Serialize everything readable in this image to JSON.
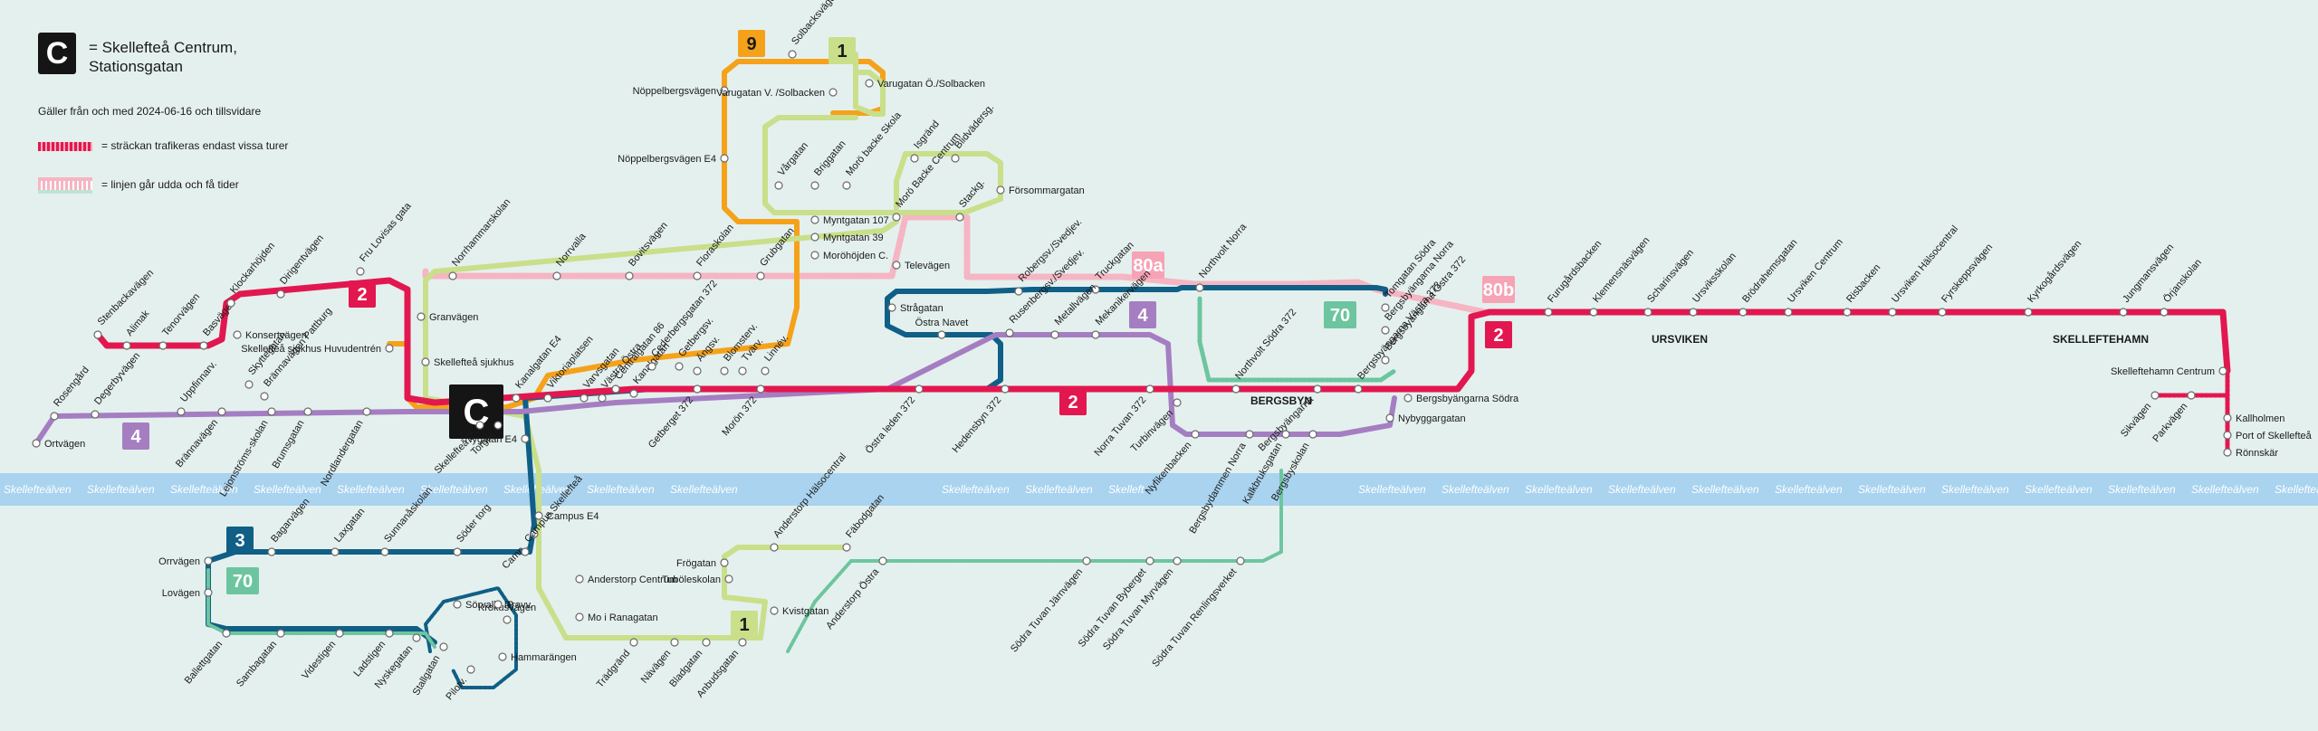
{
  "legend": {
    "c_label": "C",
    "c_text_1": "= Skellefteå Centrum,",
    "c_text_2": "Stationsgatan",
    "valid": "Gäller från och med 2024-06-16 och tillsvidare",
    "partial": "= sträckan trafikeras endast vissa turer",
    "sparse": "= linjen går udda och få tider"
  },
  "river": {
    "label": "Skellefteälven",
    "label_alt": "Skelleft"
  },
  "colors": {
    "background": "#e4f0ee",
    "river": "#a9d3ef",
    "line_2": "#e3174f",
    "line_3": "#0f5f86",
    "line_4": "#a57ec2",
    "line_9": "#f5a21a",
    "line_1": "#c9df8a",
    "line_70": "#6cc59e",
    "line_80": "#f6a3b5"
  },
  "line_badges": [
    {
      "label": "2",
      "color": "#e3174f",
      "text": "#ffffff"
    },
    {
      "label": "2",
      "color": "#e3174f",
      "text": "#ffffff"
    },
    {
      "label": "2",
      "color": "#e3174f",
      "text": "#ffffff"
    },
    {
      "label": "3",
      "color": "#0f5f86",
      "text": "#ffffff"
    },
    {
      "label": "4",
      "color": "#a57ec2",
      "text": "#ffffff"
    },
    {
      "label": "4",
      "color": "#a57ec2",
      "text": "#ffffff"
    },
    {
      "label": "9",
      "color": "#f5a21a",
      "text": "#1a1a1a"
    },
    {
      "label": "1",
      "color": "#c9df8a",
      "text": "#1a1a1a"
    },
    {
      "label": "1",
      "color": "#c9df8a",
      "text": "#1a1a1a"
    },
    {
      "label": "70",
      "color": "#6cc59e",
      "text": "#ffffff"
    },
    {
      "label": "70",
      "color": "#6cc59e",
      "text": "#ffffff"
    },
    {
      "label": "80a",
      "color": "#f6a3b5",
      "text": "#ffffff"
    },
    {
      "label": "80b",
      "color": "#f6a3b5",
      "text": "#ffffff"
    },
    {
      "label": "C",
      "color": "#151515",
      "text": "#ffffff"
    }
  ],
  "area_labels": [
    "URSVIKEN",
    "SKELLEFTEHAMN",
    "BERGSBYN"
  ],
  "stops": [
    "Ortvägen",
    "Rosengård",
    "Degerbyvägen",
    "Uppfinnarv.",
    "Brännavägen",
    "Lejonströms-skolan",
    "Brumsgatan",
    "Nordlandergatan",
    "Stenbackavägen",
    "Alimak",
    "Tenorvägen",
    "Basvägen",
    "Klockarhöjden",
    "Dirigentvägen",
    "Konsertvägen",
    "Skyttegatan",
    "Brännavägen Pattburg",
    "Fru Lovisas gata",
    "Skellefteå sjukhus Huvudentrén",
    "Granvägen",
    "Skellefteå sjukhus",
    "Norrhammarskolan",
    "Norrvalla",
    "Bovitsvägen",
    "Floraskolan",
    "Grubgatan",
    "Kanalgatan E4",
    "Viktoriaplatsen",
    "Varvsgatan",
    "Västra Östra",
    "Kanalgatan",
    "Nygatan E4",
    "Torget",
    "Camp...",
    "Skellefteå C",
    "Nöppelbergsvägen",
    "Nöppelbergsvägen E4",
    "Solbacksvägen",
    "Varugatan V. /Solbacken",
    "Varugatan Ö./Solbacken",
    "Vårgatan",
    "Briggatan",
    "Morö backe Skola",
    "Isgränd",
    "Blidvädersg.",
    "Myntgatan 107",
    "Myntgatan 39",
    "Moröhöjden C.",
    "Morö Backe Centrum",
    "Stackg.",
    "Försommargatan",
    "Televägen",
    "Strågatan",
    "Östra Navet",
    "Centralgatan 86",
    "Cederbergsgatan 372",
    "Getbergsv.",
    "Ängsv.",
    "Blomsterv.",
    "Tvärv.",
    "Linnév.",
    "Getberget 372",
    "Morön 372",
    "Östra leden 372",
    "Hedensbyn 372",
    "Robergsv./Svedjev.",
    "Rusenbergsv./Svedjev.",
    "Truckgatan",
    "Metallvägen",
    "Mekanikervägen",
    "Norra Tuvan 372",
    "Turbinvägen",
    "Nyfikenbacken",
    "Bergsbydammen Norra",
    "Kalkbruksgatan",
    "Bergsbyskolan",
    "Northvolt Norra",
    "Northvolt Södra 372",
    "Bergsbyängarna",
    "Bergsbyängarna Västra 372",
    "Bergsbyängarna Östra 372",
    "Bergsbyängarna Norra",
    "Tomgatan Södra",
    "Bergsbyängarna Södra",
    "Nybyggargatan",
    "Furugårdsbacken",
    "Klemensnäsvägen",
    "Scharinsvägen",
    "Ursviksskolan",
    "Brödrahemsgatan",
    "Ursviken Centrum",
    "Risbacken",
    "Ursviken Hälsocentral",
    "Fyrskeppsvägen",
    "Kyrkogårdsvägen",
    "Jungmansvägen",
    "Örjanskolan",
    "Skelleftehamn Centrum",
    "Kallholmen",
    "Port of Skellefteå",
    "Rönnskär",
    "Sikvägen",
    "Parkvägen",
    "Orrvägen",
    "Lovägen",
    "Ballettgatan",
    "Sambagatan",
    "Videstigen",
    "Ladstigen",
    "Nyskegatan",
    "Stallgatan",
    "Pilotv.",
    "Bagarvägen",
    "Laxgatan",
    "Sunnanåskolan",
    "Söder torg",
    "Campus E4",
    "Campus Skellefteå",
    "Krokusvägen",
    "Sörvalla IP",
    "Travv.",
    "Hammarängen",
    "Anderstorp Centrum",
    "Mo i Ranagatan",
    "Trädgränd",
    "Nävägen",
    "Bladgatan",
    "Anbudsgatan",
    "Kvistgatan",
    "Frögatan",
    "Tuböleskolan",
    "Anderstorp Hälsocentral",
    "Fäbodgatan",
    "Anderstorp Östra",
    "Södra Tuvan Järnvägen",
    "Södra Tuvan Byberget",
    "Södra Tuvan Myrvägen",
    "Södra Tuvan Renlingsverket"
  ]
}
